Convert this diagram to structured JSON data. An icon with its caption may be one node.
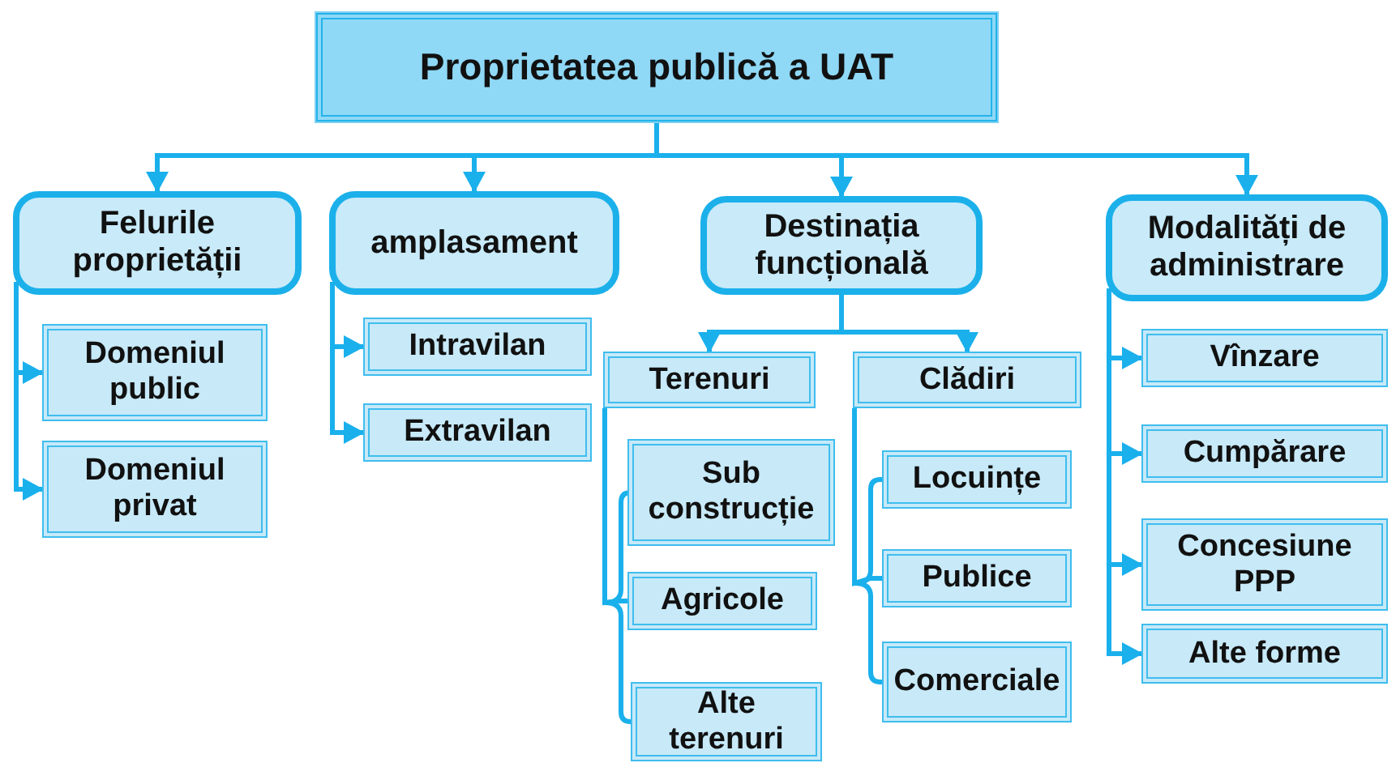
{
  "diagram": {
    "nodes": [
      {
        "text": [
          "Proprietatea publică a UAT"
        ]
      },
      {
        "text": [
          "Felurile proprietății"
        ]
      },
      {
        "text": [
          "amplasament"
        ]
      },
      {
        "text": [
          "Destinația funcțională"
        ]
      },
      {
        "text": [
          "Modalități de administrare"
        ]
      },
      {
        "text": [
          "Domeniul public"
        ]
      },
      {
        "text": [
          "Domeniul privat"
        ]
      },
      {
        "text": [
          "Intravilan"
        ]
      },
      {
        "text": [
          "Extravilan"
        ]
      },
      {
        "text": [
          "Terenuri"
        ]
      },
      {
        "text": [
          "Clădiri"
        ]
      },
      {
        "text": [
          "Sub construcție"
        ]
      },
      {
        "text": [
          "Agricole"
        ]
      },
      {
        "text": [
          "Alte terenuri"
        ]
      },
      {
        "text": [
          "Locuințe"
        ]
      },
      {
        "text": [
          "Publice"
        ]
      },
      {
        "text": [
          "Comerciale"
        ]
      },
      {
        "text": [
          "Vînzare"
        ]
      },
      {
        "text": [
          "Cumpărare"
        ]
      },
      {
        "text": [
          "Concesiune PPP"
        ]
      },
      {
        "text": [
          "Alte forme"
        ]
      }
    ],
    "edges": [
      {
        "from": 0,
        "to": 1,
        "arrow": "to"
      },
      {
        "from": 0,
        "to": 2,
        "arrow": "to"
      },
      {
        "from": 0,
        "to": 3,
        "arrow": "to"
      },
      {
        "from": 0,
        "to": 4,
        "arrow": "to"
      },
      {
        "from": 1,
        "to": 5,
        "arrow": "to"
      },
      {
        "from": 1,
        "to": 6,
        "arrow": "to"
      },
      {
        "from": 2,
        "to": 7,
        "arrow": "to"
      },
      {
        "from": 2,
        "to": 8,
        "arrow": "to"
      },
      {
        "from": 3,
        "to": 9,
        "arrow": "to"
      },
      {
        "from": 3,
        "to": 10,
        "arrow": "to"
      },
      {
        "from": 9,
        "to": 11,
        "arrow": "none"
      },
      {
        "from": 9,
        "to": 12,
        "arrow": "none"
      },
      {
        "from": 9,
        "to": 13,
        "arrow": "none"
      },
      {
        "from": 10,
        "to": 14,
        "arrow": "none"
      },
      {
        "from": 10,
        "to": 15,
        "arrow": "none"
      },
      {
        "from": 10,
        "to": 16,
        "arrow": "none"
      },
      {
        "from": 4,
        "to": 17,
        "arrow": "to"
      },
      {
        "from": 4,
        "to": 18,
        "arrow": "to"
      },
      {
        "from": 4,
        "to": 19,
        "arrow": "to"
      },
      {
        "from": 4,
        "to": 20,
        "arrow": "to"
      }
    ]
  }
}
